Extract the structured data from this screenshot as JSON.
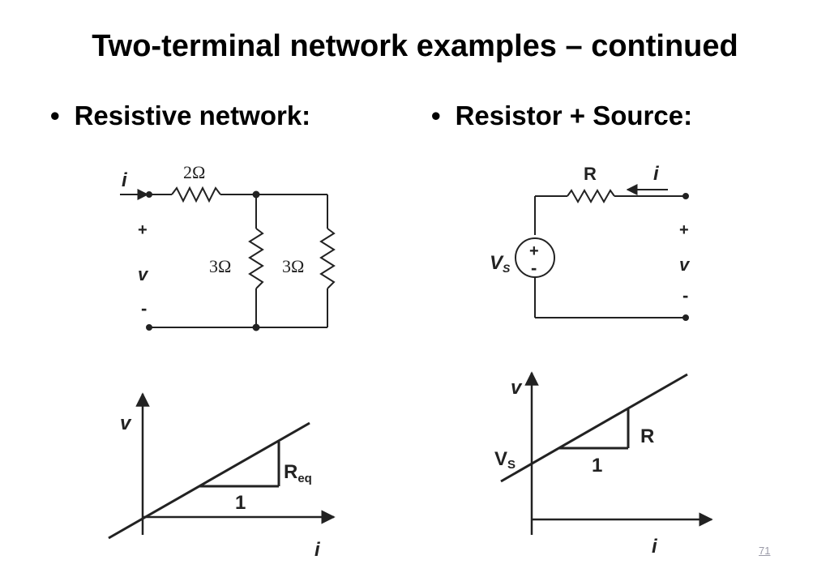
{
  "title": "Two-terminal network examples – continued",
  "bullets": {
    "left": "Resistive network:",
    "right": "Resistor + Source:",
    "marker": "•"
  },
  "left_circuit": {
    "current": "i",
    "plus": "+",
    "voltage": "v",
    "minus": "-",
    "r_series": "2Ω",
    "r_shunt1": "3Ω",
    "r_shunt2": "3Ω"
  },
  "right_circuit": {
    "resistor": "R",
    "current": "i",
    "plus": "+",
    "voltage": "v",
    "minus": "-",
    "source": "V",
    "source_sub": "S",
    "source_plus": "+",
    "source_minus": "-"
  },
  "left_graph": {
    "y_axis": "v",
    "x_axis": "i",
    "slope_run": "1",
    "slope_rise": "R",
    "slope_rise_sub": "eq"
  },
  "right_graph": {
    "y_axis": "v",
    "x_axis": "i",
    "intercept": "V",
    "intercept_sub": "S",
    "slope_run": "1",
    "slope_rise": "R"
  },
  "page_number": "71"
}
